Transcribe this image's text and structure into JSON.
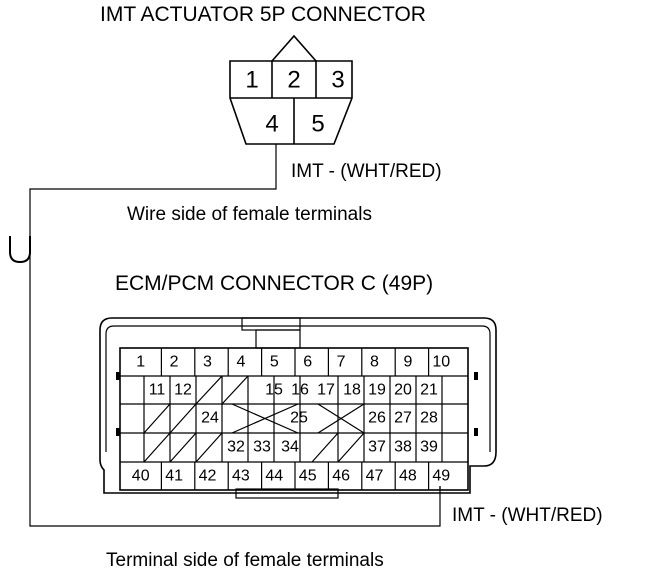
{
  "actuator": {
    "title": "IMT ACTUATOR 5P CONNECTOR",
    "pins": [
      "1",
      "2",
      "3",
      "4",
      "5"
    ],
    "wire_label": "IMT -  (WHT/RED)",
    "caption": "Wire side of female terminals"
  },
  "ecm": {
    "title": "ECM/PCM CONNECTOR C (49P)",
    "pins_row1": [
      "1",
      "2",
      "3",
      "4",
      "5",
      "6",
      "7",
      "8",
      "9",
      "10"
    ],
    "pins_row2": [
      "11",
      "12",
      "15",
      "16",
      "17",
      "18",
      "19",
      "20",
      "21"
    ],
    "pins_row3": [
      "24",
      "25",
      "26",
      "27",
      "28"
    ],
    "pins_row4": [
      "32",
      "33",
      "34",
      "37",
      "38",
      "39"
    ],
    "pins_row5": [
      "40",
      "41",
      "42",
      "43",
      "44",
      "45",
      "46",
      "47",
      "48",
      "49"
    ],
    "wire_label": "IMT -  (WHT/RED)",
    "caption": "Terminal side of female terminals"
  },
  "connection_symbol": "U"
}
